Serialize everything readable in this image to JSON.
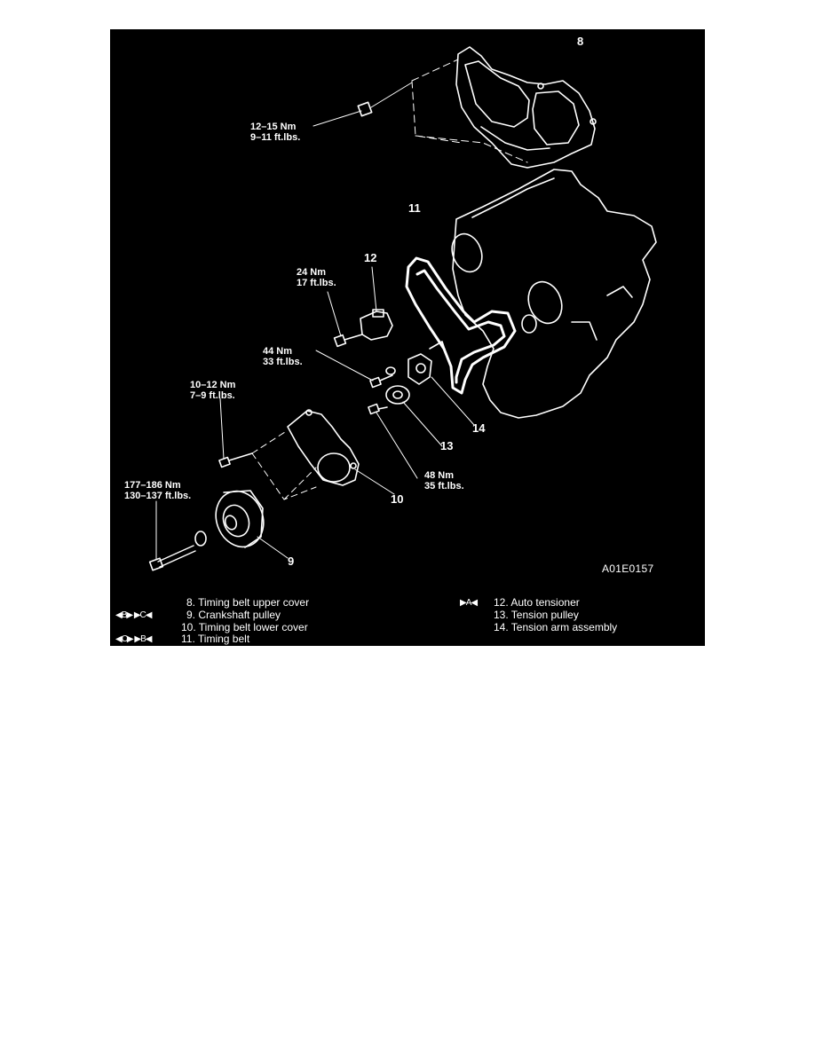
{
  "callouts": {
    "n8": "8",
    "n9": "9",
    "n10": "10",
    "n11": "11",
    "n12": "12",
    "n13": "13",
    "n14": "14"
  },
  "torques": {
    "t1_nm": "12–15 Nm",
    "t1_ft": "9–11 ft.lbs.",
    "t2_nm": "24 Nm",
    "t2_ft": "17 ft.lbs.",
    "t3_nm": "44 Nm",
    "t3_ft": "33 ft.lbs.",
    "t4_nm": "10–12 Nm",
    "t4_ft": "7–9 ft.lbs.",
    "t5_nm": "48 Nm",
    "t5_ft": "35 ft.lbs.",
    "t6_nm": "177–186 Nm",
    "t6_ft": "130–137 ft.lbs."
  },
  "figure_code": "A01E0157",
  "legend": {
    "left": [
      {
        "marks": "",
        "text": "8. Timing belt upper cover"
      },
      {
        "marks": "◀B▶  ▶C◀",
        "text": "9. Crankshaft pulley"
      },
      {
        "marks": "",
        "text": "10. Timing belt lower cover"
      },
      {
        "marks": "◀C▶  ▶B◀",
        "text": "11. Timing belt"
      }
    ],
    "right": [
      {
        "marks": "▶A◀",
        "text": "12. Auto tensioner"
      },
      {
        "marks": "",
        "text": "13. Tension pulley"
      },
      {
        "marks": "",
        "text": "14. Tension arm assembly"
      }
    ]
  }
}
